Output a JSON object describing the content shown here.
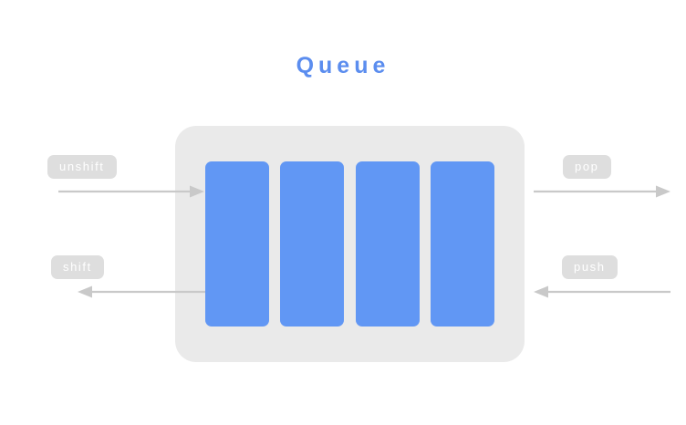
{
  "diagram": {
    "title": "Queue",
    "title_color": "#5B8DEF",
    "container": {
      "name": "queue-box",
      "fill": "#EAEAEA"
    },
    "elements": {
      "count": 4,
      "fill": "#6197F4",
      "items": [
        {
          "label": ""
        },
        {
          "label": ""
        },
        {
          "label": ""
        },
        {
          "label": ""
        }
      ]
    },
    "operations": [
      {
        "id": "unshift",
        "label": "unshift",
        "side": "left",
        "position": "top",
        "direction": "right",
        "badge_fill": "#DEDEDE",
        "badge_text_color": "#FFFFFF",
        "arrow_color": "#C9C9C9"
      },
      {
        "id": "shift",
        "label": "shift",
        "side": "left",
        "position": "bottom",
        "direction": "left",
        "badge_fill": "#DEDEDE",
        "badge_text_color": "#FFFFFF",
        "arrow_color": "#C9C9C9"
      },
      {
        "id": "pop",
        "label": "pop",
        "side": "right",
        "position": "top",
        "direction": "right",
        "badge_fill": "#DEDEDE",
        "badge_text_color": "#FFFFFF",
        "arrow_color": "#C9C9C9"
      },
      {
        "id": "push",
        "label": "push",
        "side": "right",
        "position": "bottom",
        "direction": "left",
        "badge_fill": "#DEDEDE",
        "badge_text_color": "#FFFFFF",
        "arrow_color": "#C9C9C9"
      }
    ]
  }
}
